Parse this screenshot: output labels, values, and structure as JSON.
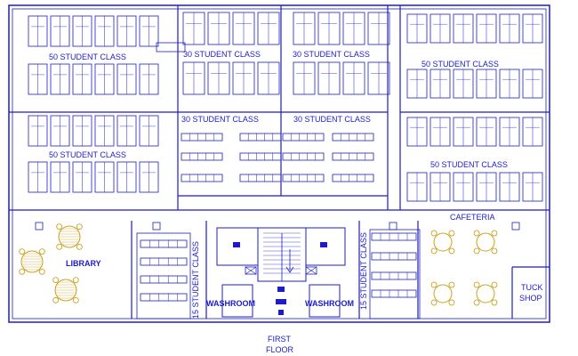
{
  "labels": {
    "class_50_top": "50 STUDENT CLASS",
    "class_50_mid": "50 STUDENT CLASS",
    "class_30_top_left": "30 STUDENT CLASS",
    "class_30_top_right": "30 STUDENT CLASS",
    "class_30_mid_left": "30 STUDENT CLASS",
    "class_30_mid_right": "30 STUDENT CLASS",
    "class_50_right_top": "50 STUDENT CLASS",
    "class_50_right_mid": "50 STUDENT CLASS",
    "library": "LIBRARY",
    "cafeteria": "CAFETERIA",
    "class_15_left": "15 STUDENT CLASS",
    "class_15_right": "15 STUDENT CLASS",
    "washroom_left": "WASHROOM",
    "washroom_right": "WASHROOM",
    "tuck_shop_line1": "TUCK",
    "tuck_shop_line2": "SHOP",
    "floor_line1": "FIRST",
    "floor_line2": "FLOOR"
  },
  "colors": {
    "line": "#1c1cc8",
    "furniture": "#c8a21e"
  }
}
